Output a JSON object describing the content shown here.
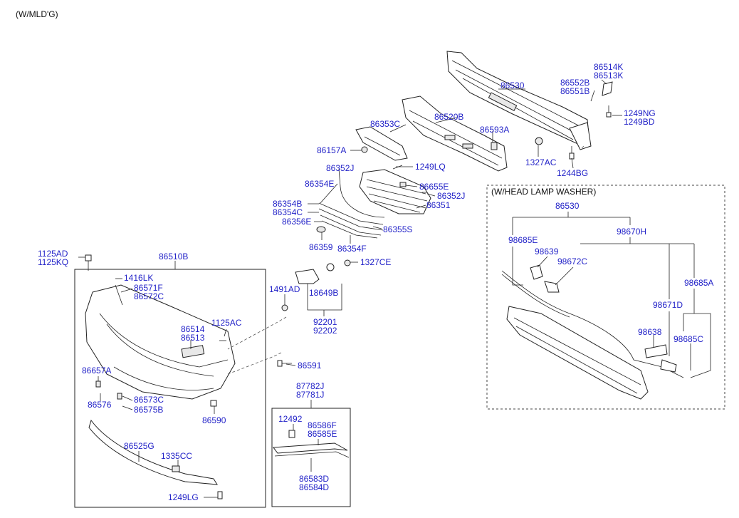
{
  "header": {
    "variant": "(W/MLD'G)",
    "washer_box_title": "(W/HEAD LAMP WASHER)"
  },
  "labels": {
    "p86514K": "86514K",
    "p86513K": "86513K",
    "p86530": "86530",
    "p86552B": "86552B",
    "p86551B": "86551B",
    "p1249NG": "1249NG",
    "p1249BD": "1249BD",
    "p86520B": "86520B",
    "p86353C": "86353C",
    "p86593A": "86593A",
    "p86157A": "86157A",
    "p1327AC": "1327AC",
    "p1244BG": "1244BG",
    "p86352J_a": "86352J",
    "p1249LQ": "1249LQ",
    "p86354E": "86354E",
    "p86655E": "86655E",
    "p86352J_b": "86352J",
    "p86351": "86351",
    "p86354B": "86354B",
    "p86354C": "86354C",
    "p86356E": "86356E",
    "p86355S": "86355S",
    "p86359": "86359",
    "p86354F": "86354F",
    "p1125AD": "1125AD",
    "p1125KQ": "1125KQ",
    "p86510B": "86510B",
    "p1327CE": "1327CE",
    "p1416LK": "1416LK",
    "p86571F": "86571F",
    "p86572C": "86572C",
    "p1491AD": "1491AD",
    "p18649B": "18649B",
    "p92201": "92201",
    "p92202": "92202",
    "p86514": "86514",
    "p86513": "86513",
    "p1125AC": "1125AC",
    "p86591": "86591",
    "p86657A": "86657A",
    "p86573C": "86573C",
    "p86576": "86576",
    "p86575B": "86575B",
    "p86590": "86590",
    "p87782J": "87782J",
    "p87781J": "87781J",
    "p12492": "12492",
    "p86586F": "86586F",
    "p86585E": "86585E",
    "p86525G": "86525G",
    "p1335CC": "1335CC",
    "p86583D": "86583D",
    "p86584D": "86584D",
    "p1249LG": "1249LG",
    "w86530": "86530",
    "w98685E": "98685E",
    "w98670H": "98670H",
    "w98639": "98639",
    "w98672C": "98672C",
    "w98685A": "98685A",
    "w98671D": "98671D",
    "w98638": "98638",
    "w98685C": "98685C"
  },
  "colors": {
    "label": "#2323c8",
    "line": "#222222",
    "frame": "#222222"
  }
}
